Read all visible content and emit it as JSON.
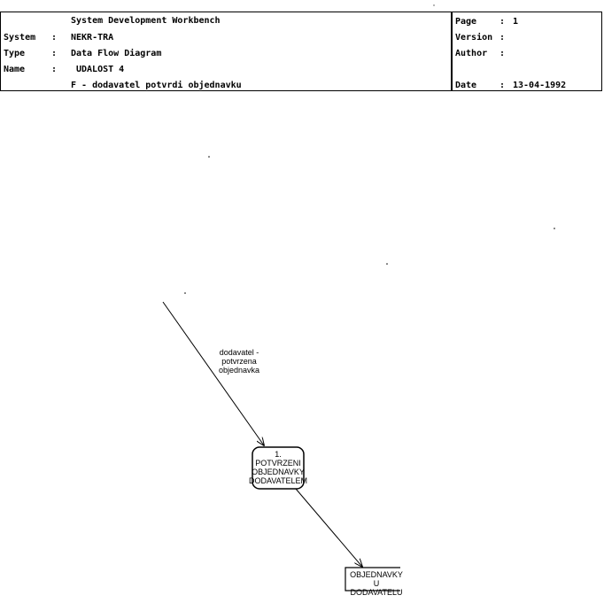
{
  "header": {
    "title": "System Development Workbench",
    "system_label": "System",
    "system_value": "NEKR-TRA",
    "type_label": "Type",
    "type_value": "Data Flow Diagram",
    "name_label": "Name",
    "name_value": "UDALOST 4",
    "subtitle": "F - dodavatel potvrdi objednavku",
    "page_label": "Page",
    "page_value": "1",
    "version_label": "Version",
    "version_value": "",
    "author_label": "Author",
    "author_value": "",
    "date_label": "Date",
    "date_value": "13-04-1992",
    "colon": ":"
  },
  "diagram": {
    "flow_label": [
      "dodavatel -",
      "potvrzena",
      "objednavka"
    ],
    "process": {
      "number": "1.",
      "lines": [
        "POTVRZENI",
        "OBJEDNAVKY",
        "DODAVATELEM"
      ]
    },
    "store": {
      "lines": [
        "OBJEDNAVKY",
        "U",
        "DODAVATELU"
      ]
    }
  }
}
